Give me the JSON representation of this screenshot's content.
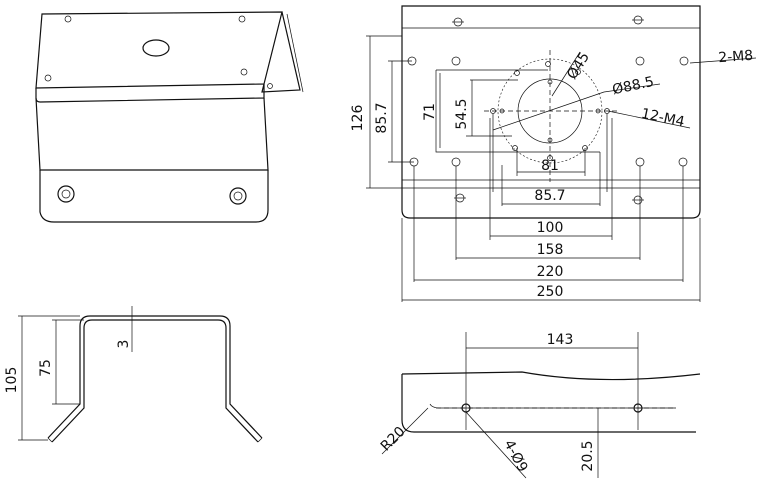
{
  "drawing": {
    "front_view": {
      "dim_126": "126",
      "dim_85_7_v": "85.7",
      "dim_71": "71",
      "dim_54_5": "54.5",
      "dim_81": "81",
      "dim_85_7_h": "85.7",
      "dim_100": "100",
      "dim_158": "158",
      "dim_220": "220",
      "dim_250": "250",
      "callout_phi45": "Ø45",
      "callout_phi88_5": "Ø88.5",
      "callout_12m4": "12-M4",
      "callout_2m8": "2-M8"
    },
    "side_view": {
      "dim_105": "105",
      "dim_75": "75",
      "dim_3": "3"
    },
    "bottom_view": {
      "dim_143": "143",
      "dim_r20": "R20",
      "dim_4phi9": "4-Ø9",
      "dim_20_5": "20.5"
    }
  }
}
